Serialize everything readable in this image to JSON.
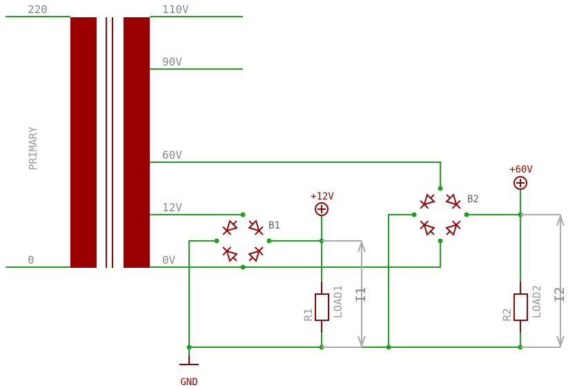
{
  "colors": {
    "wire": "#1aa31a",
    "component": "#9b0000",
    "label": "#9a9a9a",
    "measure": "#a8a8a8",
    "text_dark": "#606060"
  },
  "transformer": {
    "primary_label": "PRIMARY",
    "primary_taps": [
      "220",
      "0"
    ],
    "secondary_taps": [
      "110V",
      "90V",
      "60V",
      "12V",
      "0V"
    ]
  },
  "bridge1": {
    "name": "B1"
  },
  "bridge2": {
    "name": "B2"
  },
  "supply1": {
    "label": "+12V"
  },
  "supply2": {
    "label": "+60V"
  },
  "resistor1": {
    "name": "R1",
    "value": "LOAD1"
  },
  "resistor2": {
    "name": "R2",
    "value": "LOAD2"
  },
  "current1": {
    "label": "I1"
  },
  "current2": {
    "label": "I2"
  },
  "ground": {
    "label": "GND"
  }
}
